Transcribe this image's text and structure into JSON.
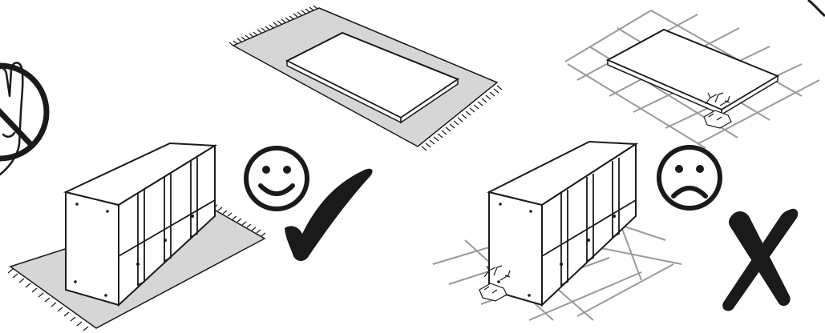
{
  "illustration": {
    "panels": [
      {
        "id": "no-hand",
        "meaning": "prohibited"
      },
      {
        "id": "panel-on-rug",
        "meaning": "correct"
      },
      {
        "id": "shelf-on-rug",
        "meaning": "correct"
      },
      {
        "id": "panel-on-tiles-damaged",
        "meaning": "incorrect"
      },
      {
        "id": "shelf-on-tiles-damaged",
        "meaning": "incorrect"
      }
    ],
    "symbols": {
      "approve": {
        "face": "happy-face-icon",
        "mark": "checkmark-icon"
      },
      "reject": {
        "face": "sad-face-icon",
        "mark": "cross-mark-icon"
      },
      "prohibit": "prohibition-icon"
    },
    "colors": {
      "ink": "#1a1a1a",
      "rug": "#d6d6d6",
      "tile-grid": "#9a9a9a",
      "panel": "#ffffff"
    }
  }
}
